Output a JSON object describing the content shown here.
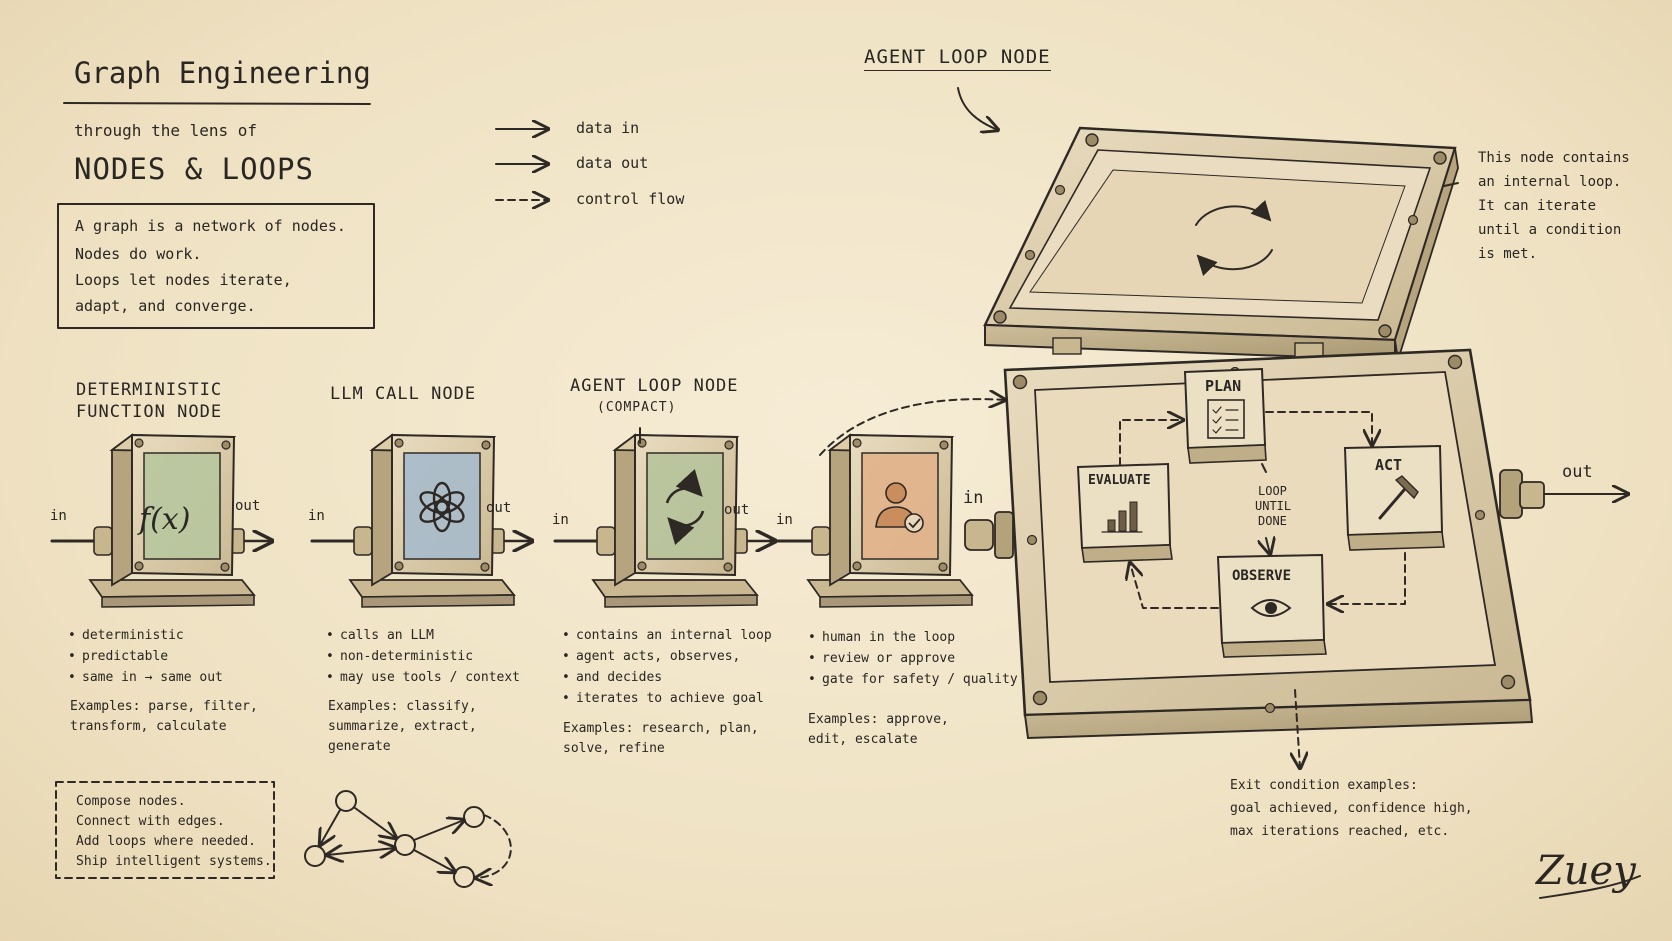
{
  "header": {
    "title": "Graph Engineering",
    "subtitle": "through the lens of",
    "main_title": "NODES & LOOPS",
    "intro_lines": [
      "A graph is a network of nodes.",
      "Nodes do work.",
      "Loops let nodes iterate,",
      "adapt, and converge."
    ]
  },
  "legend": [
    {
      "label": "data in",
      "style": "solid"
    },
    {
      "label": "data out",
      "style": "solid"
    },
    {
      "label": "control flow",
      "style": "dashed"
    }
  ],
  "nodes": [
    {
      "title_lines": [
        "DETERMINISTIC",
        "FUNCTION NODE"
      ],
      "icon": "f(x)",
      "panel_color": "#b9c79f",
      "in": "in",
      "out": "out",
      "bullets": [
        "deterministic",
        "predictable",
        "same in → same out"
      ],
      "examples": [
        "Examples: parse, filter,",
        "transform, calculate"
      ]
    },
    {
      "title_lines": [
        "LLM CALL NODE"
      ],
      "icon": "openai-icon",
      "panel_color": "#a9bccb",
      "in": "in",
      "out": "out",
      "bullets": [
        "calls an LLM",
        "non-deterministic",
        "may use tools / context"
      ],
      "examples": [
        "Examples: classify,",
        "summarize, extract,",
        "generate"
      ]
    },
    {
      "title_lines": [
        "AGENT LOOP NODE",
        "(COMPACT)"
      ],
      "icon": "loop-arrows-icon",
      "panel_color": "#b8c49c",
      "in": "in",
      "out": "out",
      "bullets": [
        "contains an internal loop",
        "agent acts, observes,",
        "and decides",
        "iterates to achieve goal"
      ],
      "examples": [
        "Examples: research, plan,",
        "solve, refine"
      ]
    },
    {
      "title_lines": [],
      "icon": "human-check-icon",
      "panel_color": "#e2b48c",
      "in": "in",
      "out": "",
      "bullets": [
        "human in the loop",
        "review or approve",
        "gate for safety / quality"
      ],
      "examples": [
        "Examples: approve,",
        "edit, escalate"
      ]
    }
  ],
  "big_node": {
    "title": "AGENT LOOP NODE",
    "in": "in",
    "out": "out",
    "steps": [
      "PLAN",
      "ACT",
      "OBSERVE",
      "EVALUATE"
    ],
    "center_label": [
      "LOOP",
      "UNTIL",
      "DONE"
    ],
    "note": [
      "This node contains",
      "an internal loop.",
      "It can iterate",
      "until a condition",
      "is met."
    ],
    "exit": [
      "Exit condition examples:",
      "goal achieved, confidence high,",
      "max iterations reached, etc."
    ]
  },
  "compose": [
    "Compose nodes.",
    "Connect with edges.",
    "Add loops where needed.",
    "Ship intelligent systems."
  ],
  "signature": "Zuey",
  "colors": {
    "paper": "#f1e6cc",
    "ink": "#2a2622"
  }
}
